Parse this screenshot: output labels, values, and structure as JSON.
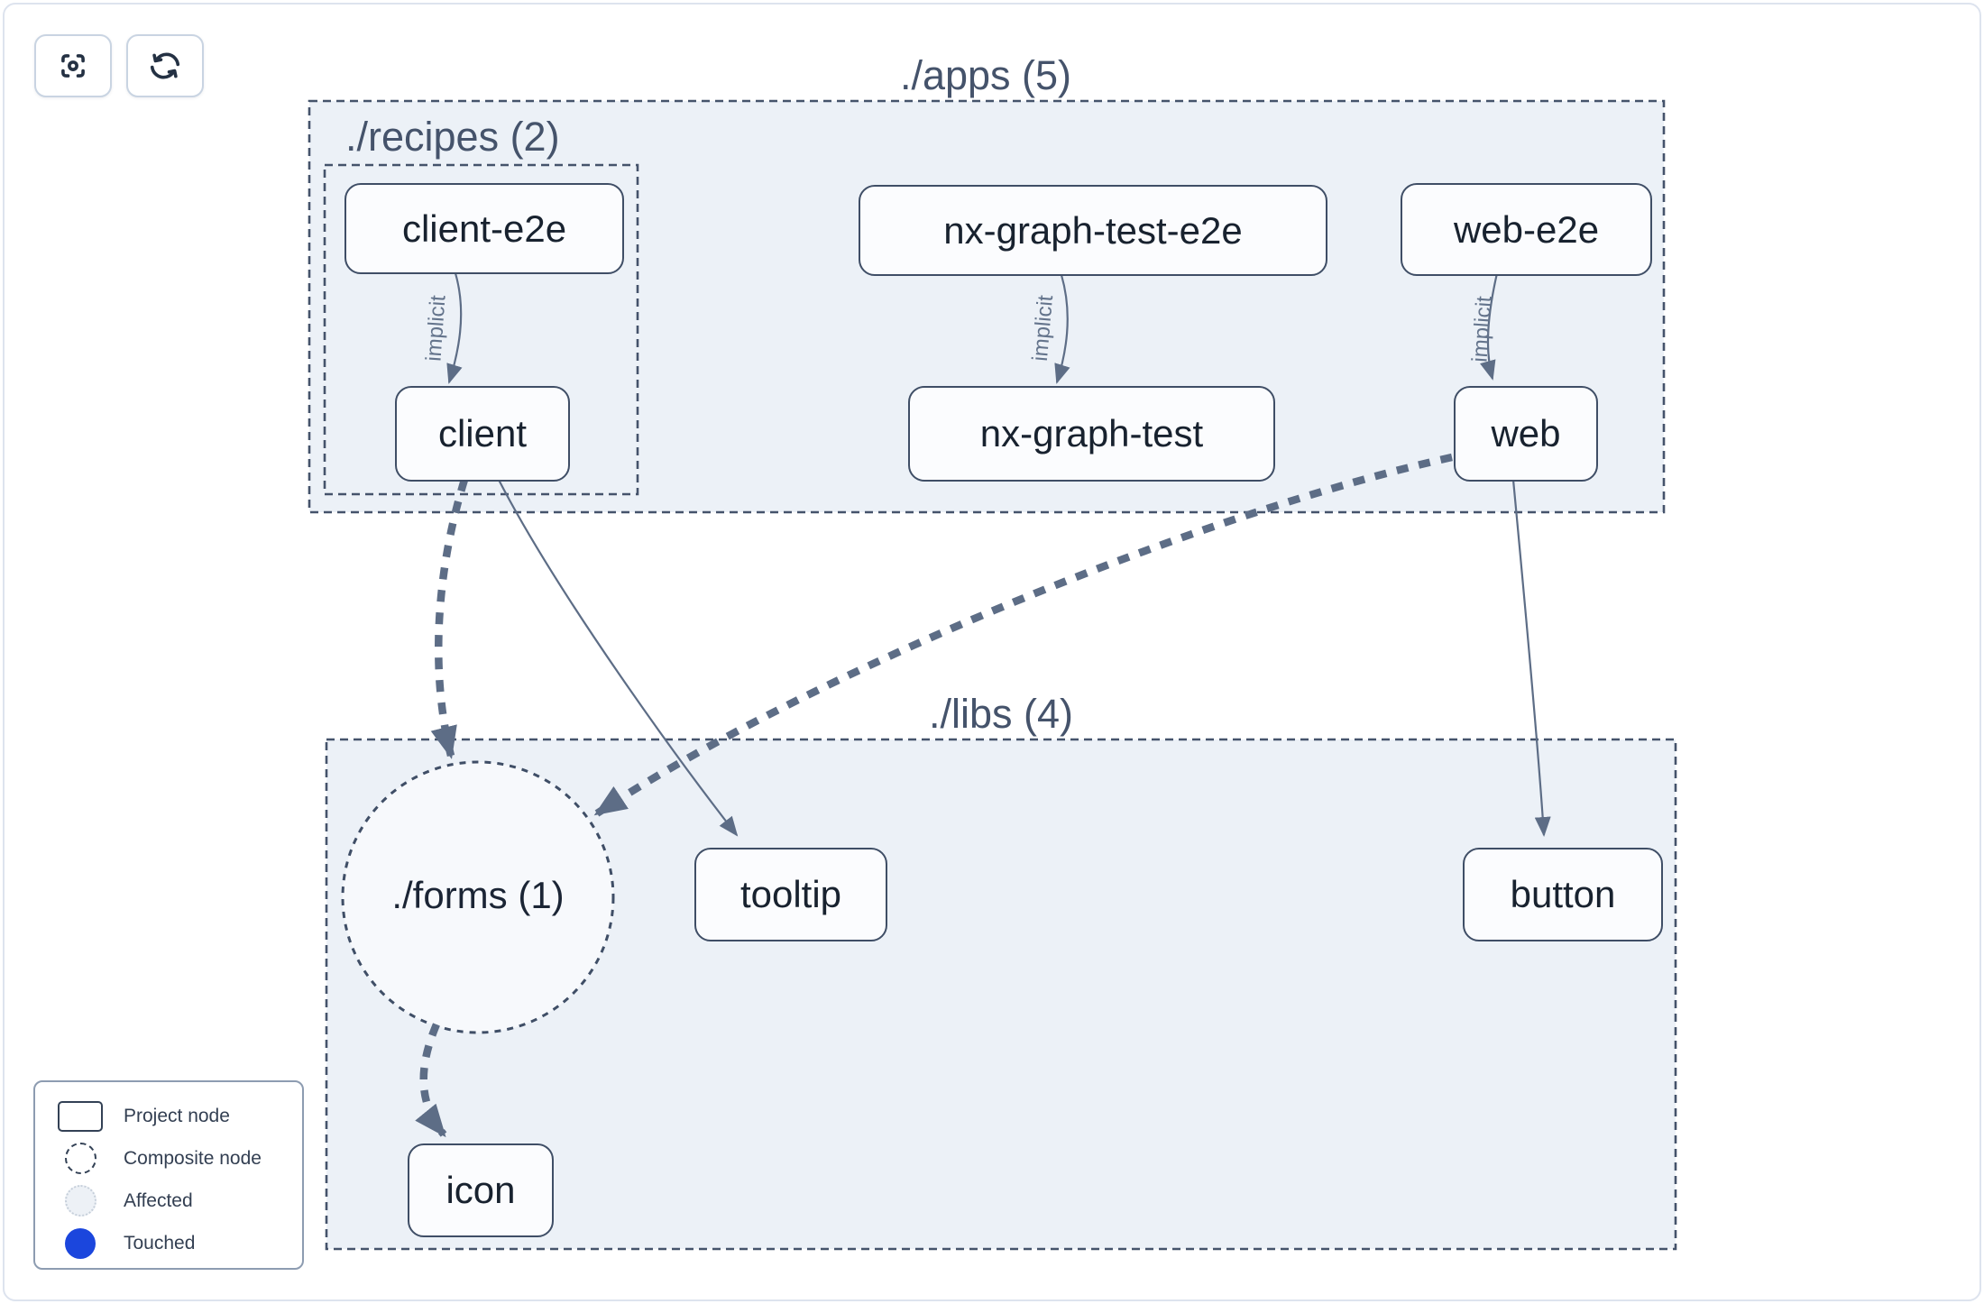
{
  "toolbar": {
    "focus_button": {
      "icon": "focus-crosshair-icon"
    },
    "refresh_button": {
      "icon": "refresh-icon"
    }
  },
  "graph": {
    "clusters": {
      "apps": {
        "label": "./apps (5)"
      },
      "recipes": {
        "label": "./recipes (2)"
      },
      "libs": {
        "label": "./libs (4)"
      },
      "forms": {
        "label": "./forms (1)",
        "shape": "composite-circle"
      }
    },
    "nodes": {
      "client_e2e": {
        "label": "client-e2e"
      },
      "client": {
        "label": "client"
      },
      "nx_graph_test_e2e": {
        "label": "nx-graph-test-e2e"
      },
      "nx_graph_test": {
        "label": "nx-graph-test"
      },
      "web_e2e": {
        "label": "web-e2e"
      },
      "web": {
        "label": "web"
      },
      "tooltip": {
        "label": "tooltip"
      },
      "button": {
        "label": "button"
      },
      "icon": {
        "label": "icon"
      }
    },
    "edges": {
      "client_e2e_to_client": {
        "from": "client-e2e",
        "to": "client",
        "label": "implicit",
        "style": "thin-solid"
      },
      "nx_e2e_to_nx": {
        "from": "nx-graph-test-e2e",
        "to": "nx-graph-test",
        "label": "implicit",
        "style": "thin-solid"
      },
      "web_e2e_to_web": {
        "from": "web-e2e",
        "to": "web",
        "label": "implicit",
        "style": "thin-solid"
      },
      "client_to_forms": {
        "from": "client",
        "to": "./forms (1)",
        "style": "thick-dashed"
      },
      "client_to_tooltip": {
        "from": "client",
        "to": "tooltip",
        "style": "thin-solid"
      },
      "web_to_forms": {
        "from": "web",
        "to": "./forms (1)",
        "style": "thick-dashed"
      },
      "web_to_button": {
        "from": "web",
        "to": "button",
        "style": "thin-solid"
      },
      "forms_to_icon": {
        "from": "./forms (1)",
        "to": "icon",
        "style": "thick-dashed"
      }
    }
  },
  "legend": {
    "items": [
      {
        "swatch": "project-node-swatch",
        "label": "Project node"
      },
      {
        "swatch": "composite-node-swatch",
        "label": "Composite node"
      },
      {
        "swatch": "affected-swatch",
        "label": "Affected"
      },
      {
        "swatch": "touched-swatch",
        "label": "Touched"
      }
    ]
  },
  "colors": {
    "touched_blue": "#1b46dd",
    "cluster_fill": "#ecf1f7",
    "composite_fill": "#f7f9fc",
    "edge": "#5d6d86",
    "node_border": "#3f4e66",
    "node_text": "#18222f",
    "cluster_title": "#45536b"
  }
}
